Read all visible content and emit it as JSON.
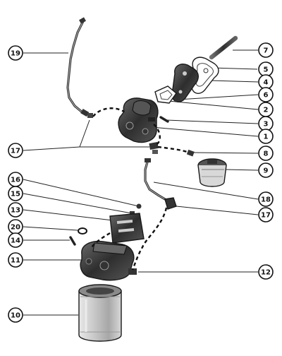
{
  "callouts": {
    "c1": "1",
    "c2": "2",
    "c3": "3",
    "c4": "4",
    "c5": "5",
    "c6": "6",
    "c7": "7",
    "c8": "8",
    "c9": "9",
    "c10": "10",
    "c11": "11",
    "c12": "12",
    "c13": "13",
    "c14": "14",
    "c15": "15",
    "c16": "16",
    "c17a": "17",
    "c17b": "17",
    "c18": "18",
    "c19": "19",
    "c20": "20"
  }
}
